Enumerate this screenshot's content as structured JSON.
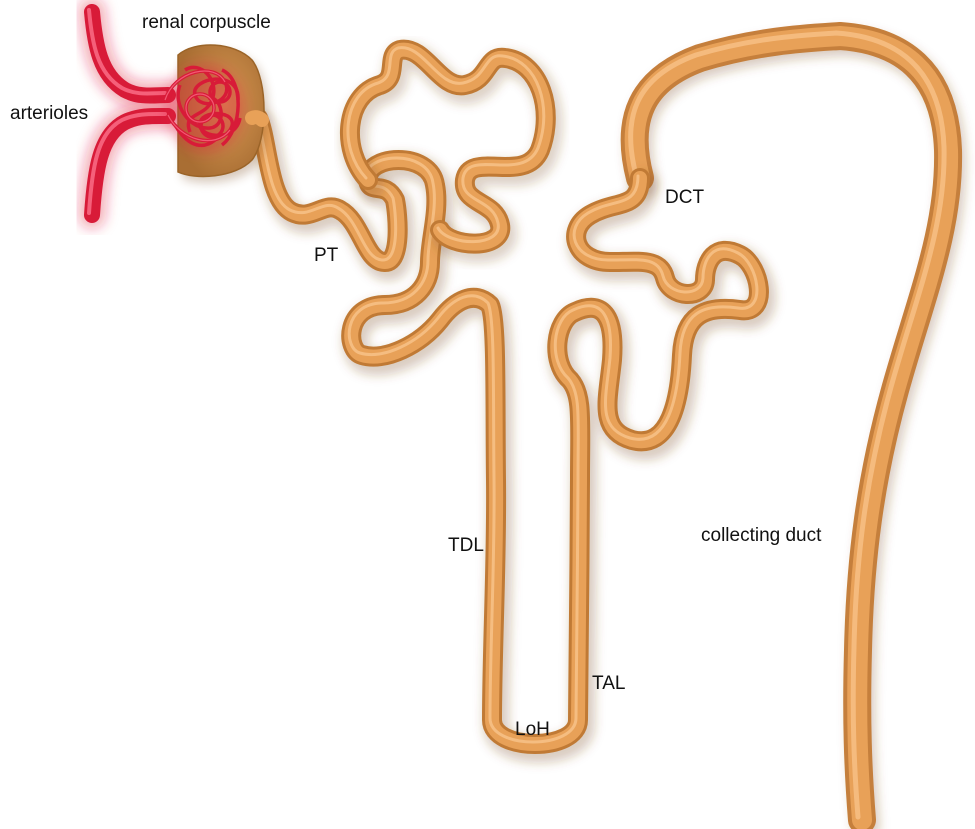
{
  "labels": {
    "renal_corpuscle": "renal corpuscle",
    "arterioles": "arterioles",
    "pt": "PT",
    "dct": "DCT",
    "tdl": "TDL",
    "tal": "TAL",
    "loh": "LoH",
    "collecting_duct": "collecting duct"
  },
  "colors": {
    "tubule": "#E8A158",
    "tubule_dark": "#C07A35",
    "tubule_highlight": "#F7C288",
    "capsule": "#B87A3A",
    "vessel": "#E01E3C",
    "vessel_dark": "#A3122A",
    "background": "#FFFFFF",
    "text": "#111111"
  }
}
